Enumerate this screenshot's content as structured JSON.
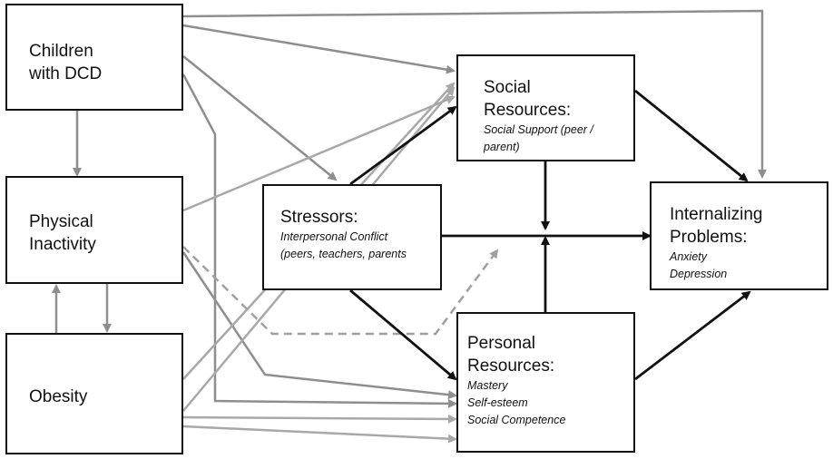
{
  "nodes": {
    "children_dcd": {
      "title_lines": [
        "Children",
        "with DCD"
      ]
    },
    "physical_inactivity": {
      "title_lines": [
        "Physical",
        "Inactivity"
      ]
    },
    "obesity": {
      "title_lines": [
        "Obesity"
      ]
    },
    "stressors": {
      "title_lines": [
        "Stressors:"
      ],
      "detail_lines": [
        "Interpersonal Conflict",
        "(peers, teachers, parents"
      ]
    },
    "social_resources": {
      "title_lines": [
        "Social",
        "Resources:"
      ],
      "detail_lines": [
        "Social Support (peer /",
        "parent)"
      ]
    },
    "personal_resources": {
      "title_lines": [
        "Personal",
        "Resources:"
      ],
      "detail_lines": [
        "Mastery",
        "Self-esteem",
        "Social Competence"
      ]
    },
    "internalizing_problems": {
      "title_lines": [
        "Internalizing",
        "Problems:"
      ],
      "detail_lines": [
        "Anxiety",
        "Depression"
      ]
    }
  },
  "colors": {
    "strong_arrow": "#111111",
    "mid_arrow": "#8e8e8e",
    "light_arrow": "#a8a8a8",
    "dashed_arrow": "#a0a0a0",
    "box_border": "#111111"
  }
}
